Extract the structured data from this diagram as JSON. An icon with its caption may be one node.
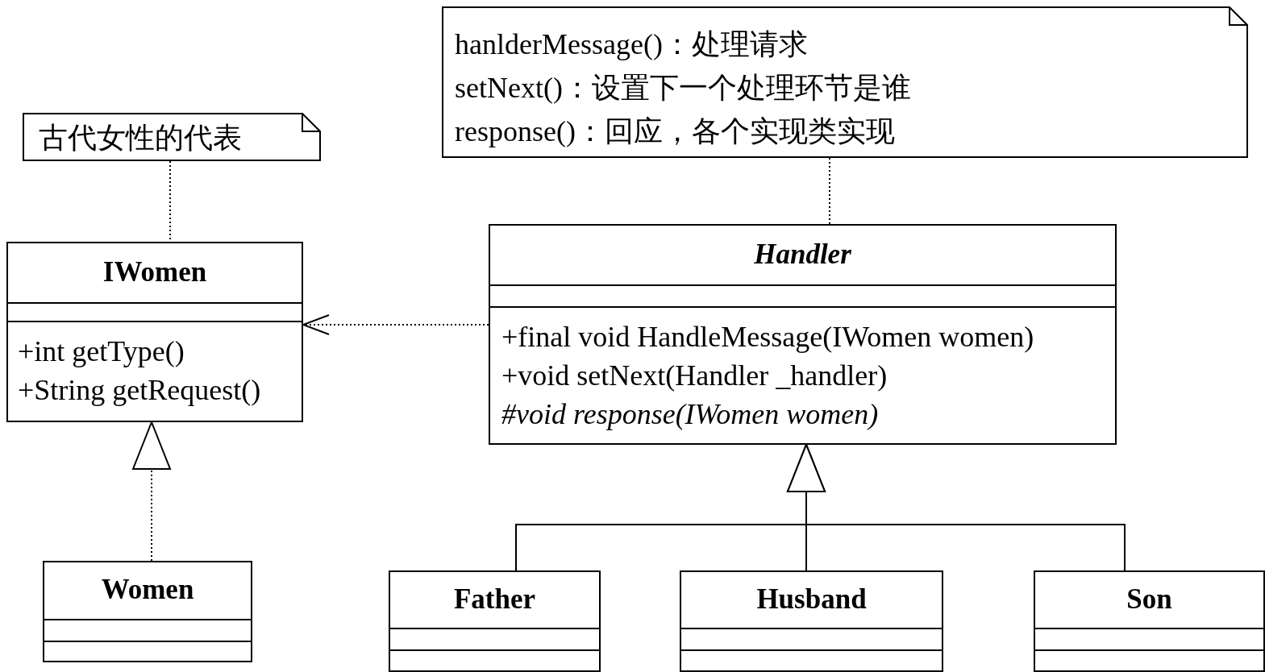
{
  "diagram": {
    "nodes": [
      {
        "text": [
          "古代女性的代表"
        ]
      },
      {
        "text": [
          "IWomen",
          "+int getType()",
          "+String getRequest()"
        ]
      },
      {
        "text": [
          "Women"
        ]
      },
      {
        "text": [
          "hanlderMessage()：处理请求",
          "setNext()：设置下一个处理环节是谁",
          "response()：回应，各个实现类实现"
        ]
      },
      {
        "text": [
          "Handler",
          "+final void HandleMessage(IWomen women)",
          "+void setNext(Handler _handler)",
          "#void response(IWomen women)"
        ]
      },
      {
        "text": [
          "Father"
        ]
      },
      {
        "text": [
          "Husband"
        ]
      },
      {
        "text": [
          "Son"
        ]
      }
    ],
    "edges": [
      {
        "from": 0,
        "to": 1,
        "arrow": "none",
        "style": "dashed"
      },
      {
        "from": 2,
        "to": 1,
        "arrow": "to",
        "style": "dashed"
      },
      {
        "from": 3,
        "to": 4,
        "arrow": "none",
        "style": "dashed"
      },
      {
        "from": 4,
        "to": 1,
        "arrow": "to",
        "style": "dashed"
      },
      {
        "from": 5,
        "to": 4,
        "arrow": "to"
      },
      {
        "from": 6,
        "to": 4,
        "arrow": "to"
      },
      {
        "from": 7,
        "to": 4,
        "arrow": "to"
      }
    ]
  }
}
